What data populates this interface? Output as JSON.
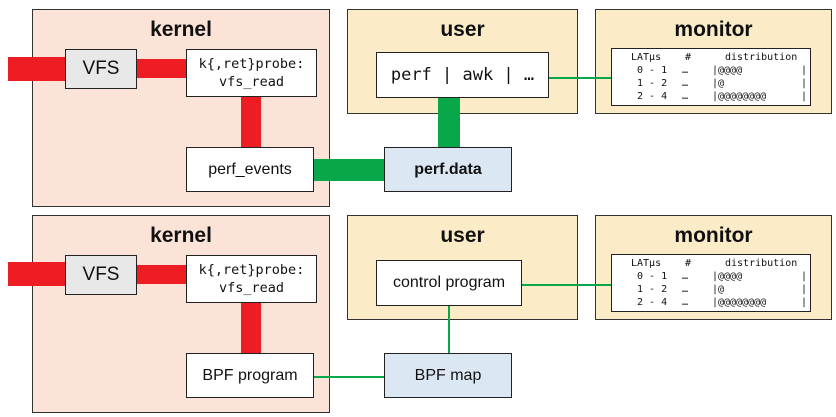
{
  "top": {
    "kernel_title": "kernel",
    "user_title": "user",
    "monitor_title": "monitor",
    "vfs_label": "VFS",
    "probe_line1": "k{,ret}probe:",
    "probe_line2": "vfs_read",
    "perf_events_label": "perf_events",
    "perf_data_label": "perf.data",
    "command_label": "perf | awk | …",
    "histogram": {
      "header": {
        "col1": "LATµs",
        "col2": "#",
        "col3": "distribution"
      },
      "rows": [
        {
          "range": "0 - 1",
          "count": "…",
          "bar": "|@@@@",
          "end": "|"
        },
        {
          "range": "1 - 2",
          "count": "…",
          "bar": "|@",
          "end": "|"
        },
        {
          "range": "2 - 4",
          "count": "…",
          "bar": "|@@@@@@@@",
          "end": "|"
        }
      ]
    }
  },
  "bottom": {
    "kernel_title": "kernel",
    "user_title": "user",
    "monitor_title": "monitor",
    "vfs_label": "VFS",
    "probe_line1": "k{,ret}probe:",
    "probe_line2": "vfs_read",
    "bpf_program_label": "BPF program",
    "bpf_map_label": "BPF map",
    "control_program_label": "control program",
    "histogram": {
      "header": {
        "col1": "LATµs",
        "col2": "#",
        "col3": "distribution"
      },
      "rows": [
        {
          "range": "0 - 1",
          "count": "…",
          "bar": "|@@@@",
          "end": "|"
        },
        {
          "range": "1 - 2",
          "count": "…",
          "bar": "|@",
          "end": "|"
        },
        {
          "range": "2 - 4",
          "count": "…",
          "bar": "|@@@@@@@@",
          "end": "|"
        }
      ]
    }
  },
  "colors": {
    "kernel_bg": "#fbe3d8",
    "user_bg": "#fbecc7",
    "heavy_path": "#ee1d23",
    "data_path": "#08a84a",
    "data_store": "#dbe8f3"
  }
}
